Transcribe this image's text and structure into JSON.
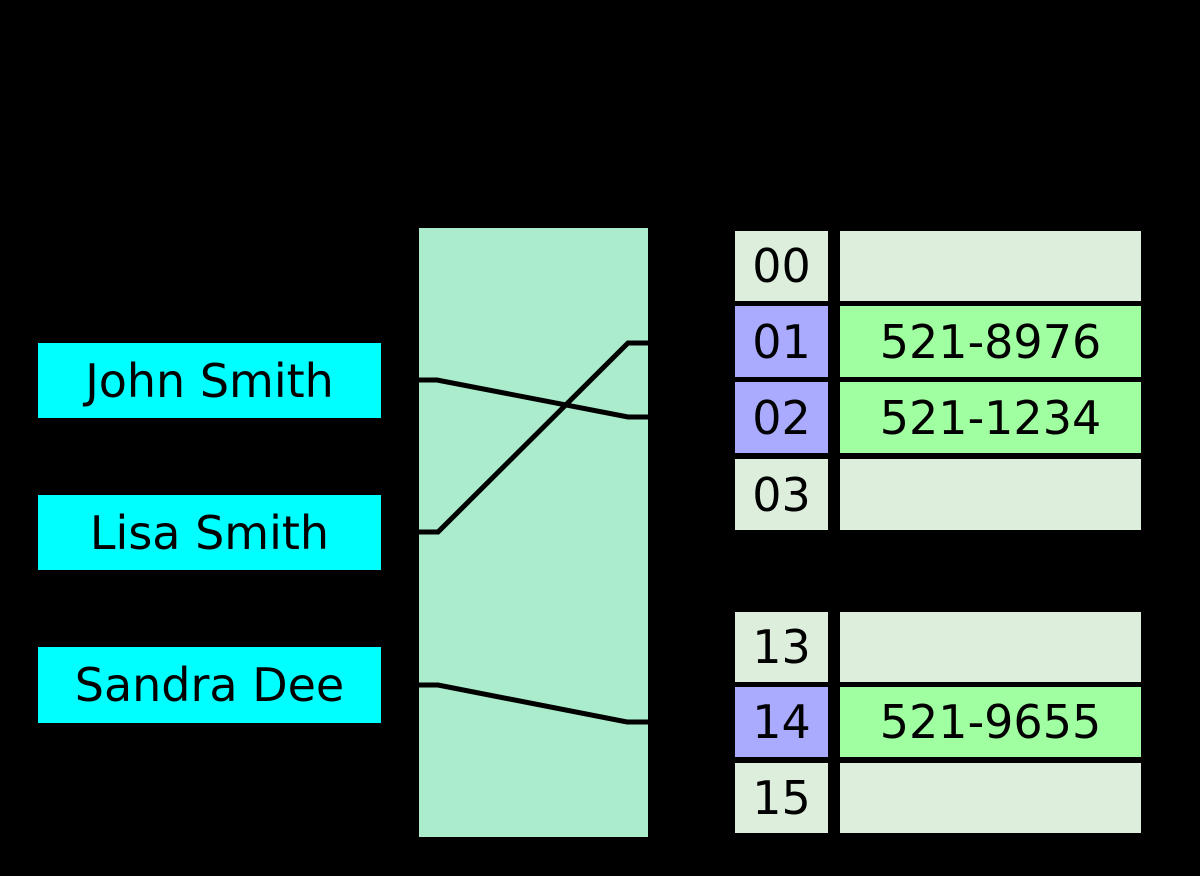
{
  "diagram": {
    "type": "hash-table",
    "background": "#000000"
  },
  "colors": {
    "key_fill": "#00ffff",
    "hash_function_fill": "#aaeccc",
    "bucket_empty_fill": "#ddeedd",
    "index_highlight_fill": "#aaaaff",
    "value_filled_fill": "#a0ffa0",
    "line_color": "#000000",
    "text_color": "#000000"
  },
  "keys": [
    {
      "label": "John Smith"
    },
    {
      "label": "Lisa Smith"
    },
    {
      "label": "Sandra Dee"
    }
  ],
  "buckets": {
    "upper": [
      {
        "index": "00",
        "value": "",
        "highlighted": false
      },
      {
        "index": "01",
        "value": "521-8976",
        "highlighted": true
      },
      {
        "index": "02",
        "value": "521-1234",
        "highlighted": true
      },
      {
        "index": "03",
        "value": "",
        "highlighted": false
      }
    ],
    "lower": [
      {
        "index": "13",
        "value": "",
        "highlighted": false
      },
      {
        "index": "14",
        "value": "521-9655",
        "highlighted": true
      },
      {
        "index": "15",
        "value": "",
        "highlighted": false
      }
    ]
  },
  "connections": [
    {
      "key": "John Smith",
      "bucket": "02"
    },
    {
      "key": "Lisa Smith",
      "bucket": "01"
    },
    {
      "key": "Sandra Dee",
      "bucket": "14"
    }
  ]
}
